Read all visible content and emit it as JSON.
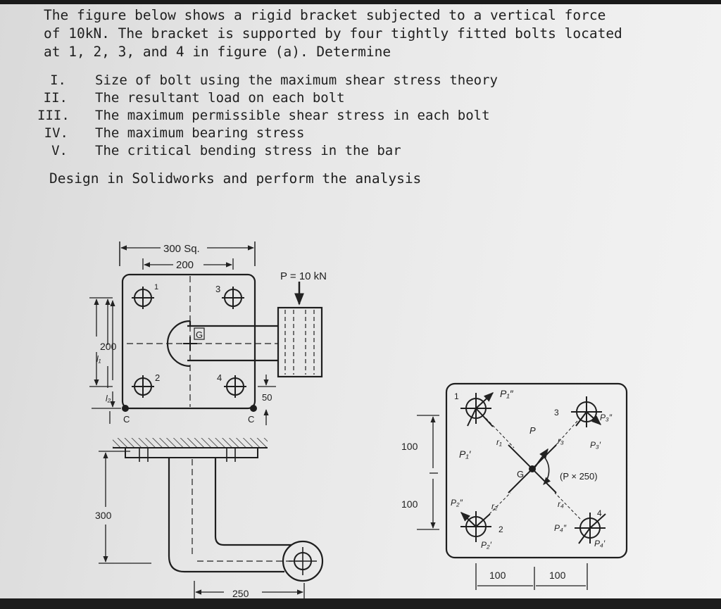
{
  "problem": {
    "intro_lines": [
      "The figure below shows a rigid bracket subjected to a vertical force",
      "of 10kN. The bracket is supported by four tightly fitted bolts located",
      "at 1, 2, 3, and 4 in figure (a). Determine"
    ],
    "items": [
      {
        "num": "I.",
        "text": "Size of bolt using the maximum shear stress theory"
      },
      {
        "num": "II.",
        "text": "The resultant load on each bolt"
      },
      {
        "num": "III.",
        "text": "The maximum permissible shear stress in each bolt"
      },
      {
        "num": "IV.",
        "text": "The maximum bearing stress"
      },
      {
        "num": "V.",
        "text": "The critical bending stress in the bar"
      }
    ],
    "design_note": "Design in Solidworks and perform the analysis"
  },
  "figure_a": {
    "dim_300sq": "300 Sq.",
    "dim_200_top": "200",
    "load_label": "P = 10 kN",
    "bolt_1": "1",
    "bolt_2": "2",
    "bolt_3": "3",
    "bolt_4": "4",
    "center_G": "G",
    "dim_200_left": "200",
    "l1": "l₁",
    "l2": "l₂",
    "dim_50": "50",
    "corner_C_left": "C",
    "corner_C_right": "C",
    "dim_300_side": "300",
    "dim_250_bottom": "250"
  },
  "figure_b": {
    "dim_100_v1": "100",
    "dim_100_v2": "100",
    "dim_100_h1": "100",
    "dim_100_h2": "100",
    "P1_dd": "P₁″",
    "P1_d": "P₁′",
    "P2_dd": "P₂″",
    "P2_d": "P₂′",
    "P3_dd": "P₃″",
    "P3_d": "P₃′",
    "P4_dd": "P₄″",
    "P4_d": "P₄′",
    "r1": "r₁",
    "r2": "r₂",
    "r3": "r₃",
    "r4": "r₄",
    "n1": "1",
    "n2": "2",
    "n3": "3",
    "n4": "4",
    "G": "G",
    "P": "P",
    "moment": "(P × 250)"
  }
}
